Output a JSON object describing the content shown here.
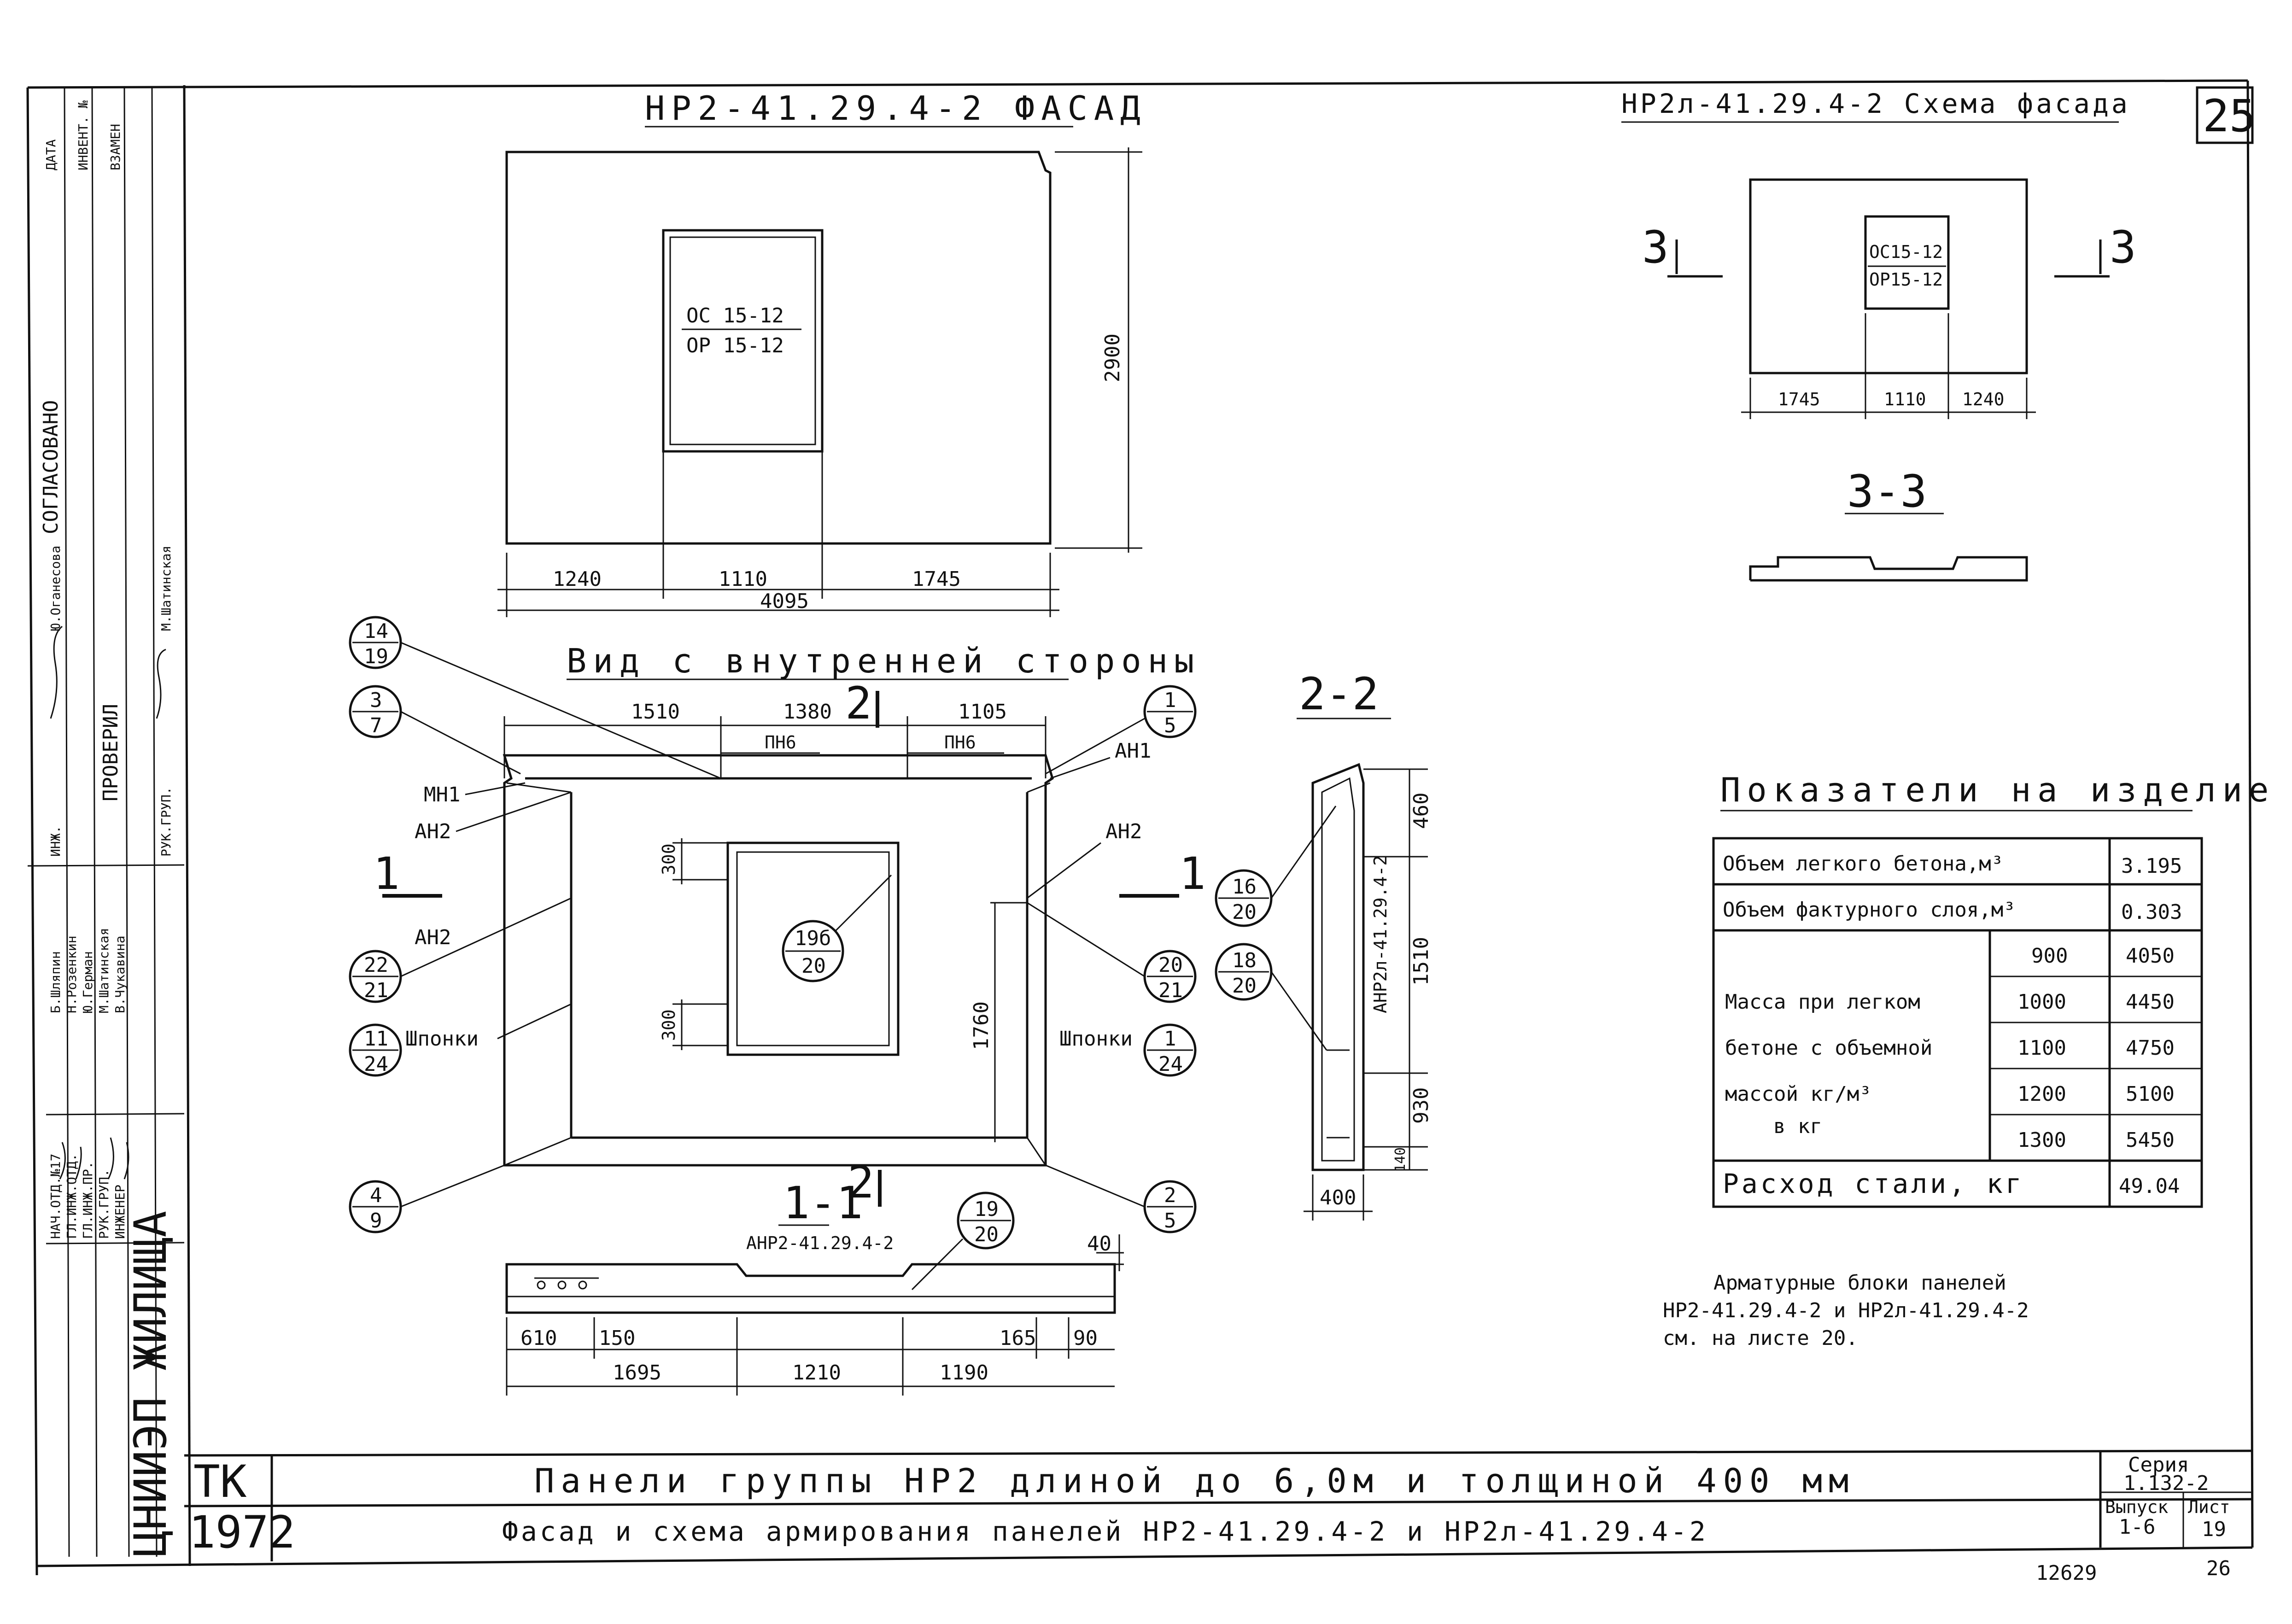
{
  "sheet_number": "25",
  "facade": {
    "title": "НР2-41.29.4-2 ФАСАД",
    "window_label_top": "ОС 15-12",
    "window_label_bottom": "ОР 15-12",
    "height": "2900",
    "segments": [
      "1240",
      "1110",
      "1745"
    ],
    "total": "4095"
  },
  "scheme": {
    "title": "НР2л-41.29.4-2 Схема фасада",
    "window_label_top": "ОС15-12",
    "window_label_bottom": "ОР15-12",
    "cut_marks": [
      "3",
      "3"
    ],
    "segments": [
      "1745",
      "1110",
      "1240"
    ],
    "section_title": "3-3"
  },
  "inner_view": {
    "title": "Вид с внутренней стороны",
    "top_dims": [
      "1510",
      "1380",
      "1105"
    ],
    "section_mark": "2",
    "loops": [
      "ПН6",
      "ПН6"
    ],
    "left_labels": [
      "МН1",
      "АН2",
      "АН2",
      "Шпонки"
    ],
    "right_labels": [
      "АН1",
      "АН2",
      "Шпонки"
    ],
    "side_marks": [
      "1",
      "1"
    ],
    "window_dims": [
      "300",
      "300"
    ],
    "right_dim": "1760",
    "callouts_left": [
      {
        "top": "14",
        "bottom": "19"
      },
      {
        "top": "3",
        "bottom": "7"
      },
      {
        "top": "22",
        "bottom": "21"
      },
      {
        "top": "11",
        "bottom": "24"
      },
      {
        "top": "4",
        "bottom": "9"
      }
    ],
    "callouts_right": [
      {
        "top": "1",
        "bottom": "5"
      },
      {
        "top": "20",
        "bottom": "21"
      },
      {
        "top": "1",
        "bottom": "24"
      },
      {
        "top": "2",
        "bottom": "5"
      }
    ],
    "callout_center": {
      "top": "19б",
      "bottom": "20"
    }
  },
  "section_1_1": {
    "title": "1-1",
    "mark": "2",
    "block_label": "АНР2-41.29.4-2",
    "callout": {
      "top": "19",
      "bottom": "20"
    },
    "right_dim": "40",
    "dims_row1": [
      "610",
      "150",
      "165",
      "90"
    ],
    "dims_row2": [
      "1695",
      "1210",
      "1190"
    ]
  },
  "section_2_2": {
    "title": "2-2",
    "block_label": "АНР2л-41.29.4-2",
    "dims_right": [
      "460",
      "1510",
      "930",
      "140"
    ],
    "width": "400",
    "callouts": [
      {
        "top": "16",
        "bottom": "20"
      },
      {
        "top": "18",
        "bottom": "20"
      }
    ]
  },
  "indicators": {
    "title": "Показатели на изделие",
    "rows": [
      {
        "label": "Объем легкого бетона,м³",
        "value": "3.195"
      },
      {
        "label": "Объем фактурного слоя,м³",
        "value": "0.303"
      }
    ],
    "mass_label_lines": [
      "Масса при легком",
      "бетоне с объемной",
      "массой кг/м³",
      "в кг"
    ],
    "mass_rows": [
      {
        "density": "900",
        "mass": "4050"
      },
      {
        "density": "1000",
        "mass": "4450"
      },
      {
        "density": "1100",
        "mass": "4750"
      },
      {
        "density": "1200",
        "mass": "5100"
      },
      {
        "density": "1300",
        "mass": "5450"
      }
    ],
    "steel_label": "Расход стали, кг",
    "steel_value": "49.04"
  },
  "note": [
    "Арматурные блоки панелей",
    "НР2-41.29.4-2 и НР2л-41.29.4-2",
    "см. на листе 20."
  ],
  "title_block": {
    "org": "ЦНИИЭП ЖИЛИЩА",
    "tk": "ТК",
    "year": "1972",
    "line1": "Панели группы НР2 длиной до 6,0м и толщиной 400 мм",
    "line2": "Фасад и схема армирования панелей НР2-41.29.4-2 и НР2л-41.29.4-2",
    "series_label": "Серия",
    "series_value": "1.132-2",
    "issue_label": "Выпуск",
    "issue_value": "1-6",
    "sheet_label": "Лист",
    "sheet_value": "19"
  },
  "side_stamp": {
    "agreed": "СОГЛАСОВАНО",
    "checked": "ПРОВЕРИЛ",
    "header_cols": [
      "ДАТА",
      "ИНВЕНТ. №",
      "ВЗАМЕН"
    ],
    "roles": [
      "НАЧ.ОТД.№17",
      "ГЛ.ИНЖ.ОТД.",
      "ГЛ.ИНЖ.ПР.",
      "РУК.ГРУП.",
      "ИНЖЕНЕР"
    ],
    "names": [
      "Б.Шляпин",
      "Н.Розенкин",
      "Ю.Герман",
      "М.Шатинская",
      "В.Чукавина"
    ],
    "checker_roles": [
      "ИНЖ.",
      "РУК.ГРУП."
    ],
    "checker_names": [
      "Ю.Оганесова",
      "М.Шатинская"
    ]
  },
  "footer_numbers": [
    "12629",
    "26"
  ]
}
